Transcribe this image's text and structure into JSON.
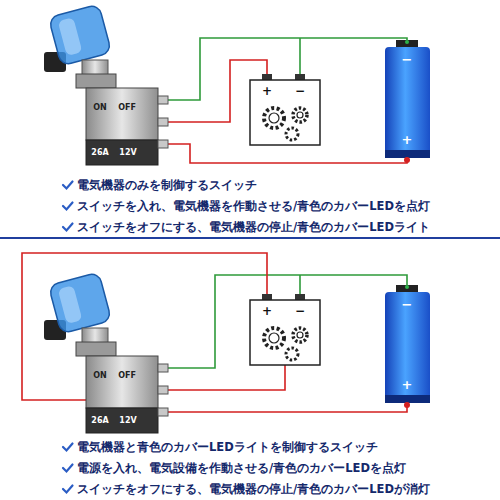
{
  "diagram": {
    "labels": [
      "ON",
      "OFF",
      "26A",
      "12V",
      "+",
      "−",
      "−",
      "+",
      "電気機器のみを制御するスイッチ",
      "スイッチを入れ、電気機器を作動させる/青色のカバーLEDを点灯",
      "スイッチをオフにする、電気機器の停止/青色のカバーLEDライト",
      "ON",
      "OFF",
      "26A",
      "12V",
      "+",
      "−",
      "−",
      "+",
      "電気機器と青色のカバーLEDライトを制御するスイッチ",
      "電源を入れ、電気設備を作動させる/青色のカバーLEDを点灯",
      "スイッチをオフにする、電気機器の停止/青色のカバーLEDが消灯"
    ]
  }
}
